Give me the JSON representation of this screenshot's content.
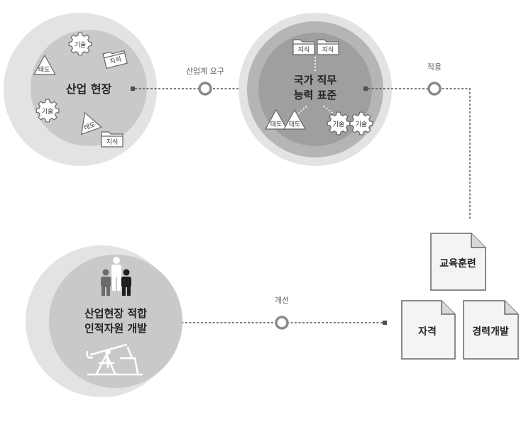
{
  "nodes": {
    "industry_site": {
      "title": "산업 현장"
    },
    "ncs": {
      "title_line1": "국가 직무",
      "title_line2": "능력 표준"
    },
    "hr_dev": {
      "title_line1": "산업현장 적합",
      "title_line2": "인적자원 개발"
    }
  },
  "element_labels": {
    "knowledge": "지식",
    "skill": "기술",
    "attitude": "태도"
  },
  "arrows": {
    "industry_demand": "산업계 요구",
    "application": "적용",
    "improvement": "개선"
  },
  "documents": {
    "training": "교육훈련",
    "qualification": "자격",
    "career_dev": "경력개발"
  },
  "colors": {
    "outer_ring": "#e3e3e3",
    "inner_circle_light": "#c9c9c9",
    "ncs_outer_ring": "#b5b5b5",
    "ncs_inner": "#9f9f9f",
    "connector": "#505050",
    "document_border": "#666666",
    "document_fill": "#f4f4f4"
  }
}
